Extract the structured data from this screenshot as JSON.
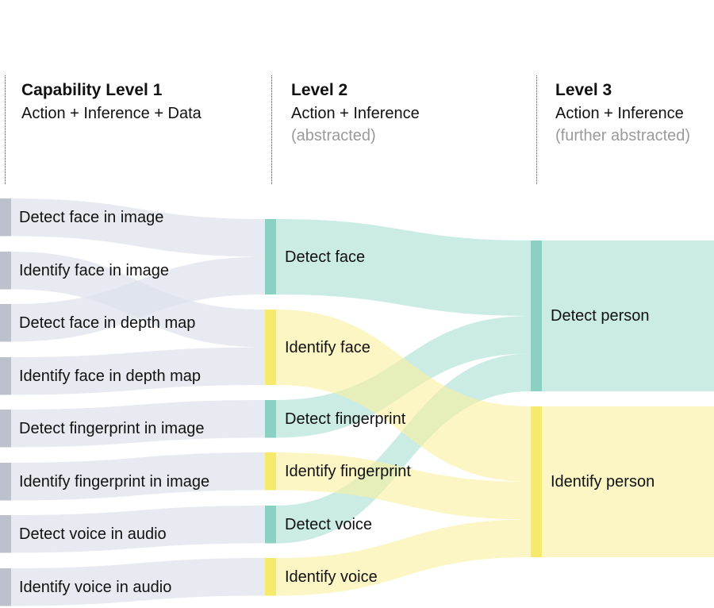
{
  "headers": [
    {
      "title": "Capability Level 1",
      "subtitle": "Action + Inference + Data",
      "note": ""
    },
    {
      "title": "Level 2",
      "subtitle": "Action + Inference",
      "note": "(abstracted)"
    },
    {
      "title": "Level 3",
      "subtitle": "Action + Inference",
      "note": "(further abstracted)"
    }
  ],
  "colors": {
    "grey_node": "#bcc1cd",
    "grey_flow": "#dde3eb",
    "teal_node": "#8ad0c3",
    "teal_flow": "#a9ddd3",
    "yellow_node": "#f6ea6c",
    "yellow_flow": "#f9f09c"
  },
  "nodes": [
    {
      "id": "l1_0",
      "label": "Detect face in image",
      "level": 1,
      "kind": "grey",
      "value": 1
    },
    {
      "id": "l1_1",
      "label": "Identify face in image",
      "level": 1,
      "kind": "grey",
      "value": 1
    },
    {
      "id": "l1_2",
      "label": "Detect face in depth map",
      "level": 1,
      "kind": "grey",
      "value": 1
    },
    {
      "id": "l1_3",
      "label": "Identify face in depth map",
      "level": 1,
      "kind": "grey",
      "value": 1
    },
    {
      "id": "l1_4",
      "label": "Detect fingerprint in image",
      "level": 1,
      "kind": "grey",
      "value": 1
    },
    {
      "id": "l1_5",
      "label": "Identify fingerprint in image",
      "level": 1,
      "kind": "grey",
      "value": 1
    },
    {
      "id": "l1_6",
      "label": "Detect voice in audio",
      "level": 1,
      "kind": "grey",
      "value": 1
    },
    {
      "id": "l1_7",
      "label": "Identify voice in audio",
      "level": 1,
      "kind": "grey",
      "value": 1
    },
    {
      "id": "l2_0",
      "label": "Detect face",
      "level": 2,
      "kind": "teal",
      "value": 2
    },
    {
      "id": "l2_1",
      "label": "Identify face",
      "level": 2,
      "kind": "yellow",
      "value": 2
    },
    {
      "id": "l2_2",
      "label": "Detect fingerprint",
      "level": 2,
      "kind": "teal",
      "value": 1
    },
    {
      "id": "l2_3",
      "label": "Identify fingerprint",
      "level": 2,
      "kind": "yellow",
      "value": 1
    },
    {
      "id": "l2_4",
      "label": "Detect voice",
      "level": 2,
      "kind": "teal",
      "value": 1
    },
    {
      "id": "l2_5",
      "label": "Identify voice",
      "level": 2,
      "kind": "yellow",
      "value": 1
    },
    {
      "id": "l3_0",
      "label": "Detect person",
      "level": 3,
      "kind": "teal",
      "value": 4
    },
    {
      "id": "l3_1",
      "label": "Identify person",
      "level": 3,
      "kind": "yellow",
      "value": 4
    }
  ],
  "links": [
    {
      "source": "l1_0",
      "target": "l2_0",
      "value": 1
    },
    {
      "source": "l1_2",
      "target": "l2_0",
      "value": 1
    },
    {
      "source": "l1_1",
      "target": "l2_1",
      "value": 1
    },
    {
      "source": "l1_3",
      "target": "l2_1",
      "value": 1
    },
    {
      "source": "l1_4",
      "target": "l2_2",
      "value": 1
    },
    {
      "source": "l1_5",
      "target": "l2_3",
      "value": 1
    },
    {
      "source": "l1_6",
      "target": "l2_4",
      "value": 1
    },
    {
      "source": "l1_7",
      "target": "l2_5",
      "value": 1
    },
    {
      "source": "l2_0",
      "target": "l3_0",
      "value": 2
    },
    {
      "source": "l2_2",
      "target": "l3_0",
      "value": 1
    },
    {
      "source": "l2_4",
      "target": "l3_0",
      "value": 1
    },
    {
      "source": "l2_1",
      "target": "l3_1",
      "value": 2
    },
    {
      "source": "l2_3",
      "target": "l3_1",
      "value": 1
    },
    {
      "source": "l2_5",
      "target": "l3_1",
      "value": 1
    }
  ]
}
